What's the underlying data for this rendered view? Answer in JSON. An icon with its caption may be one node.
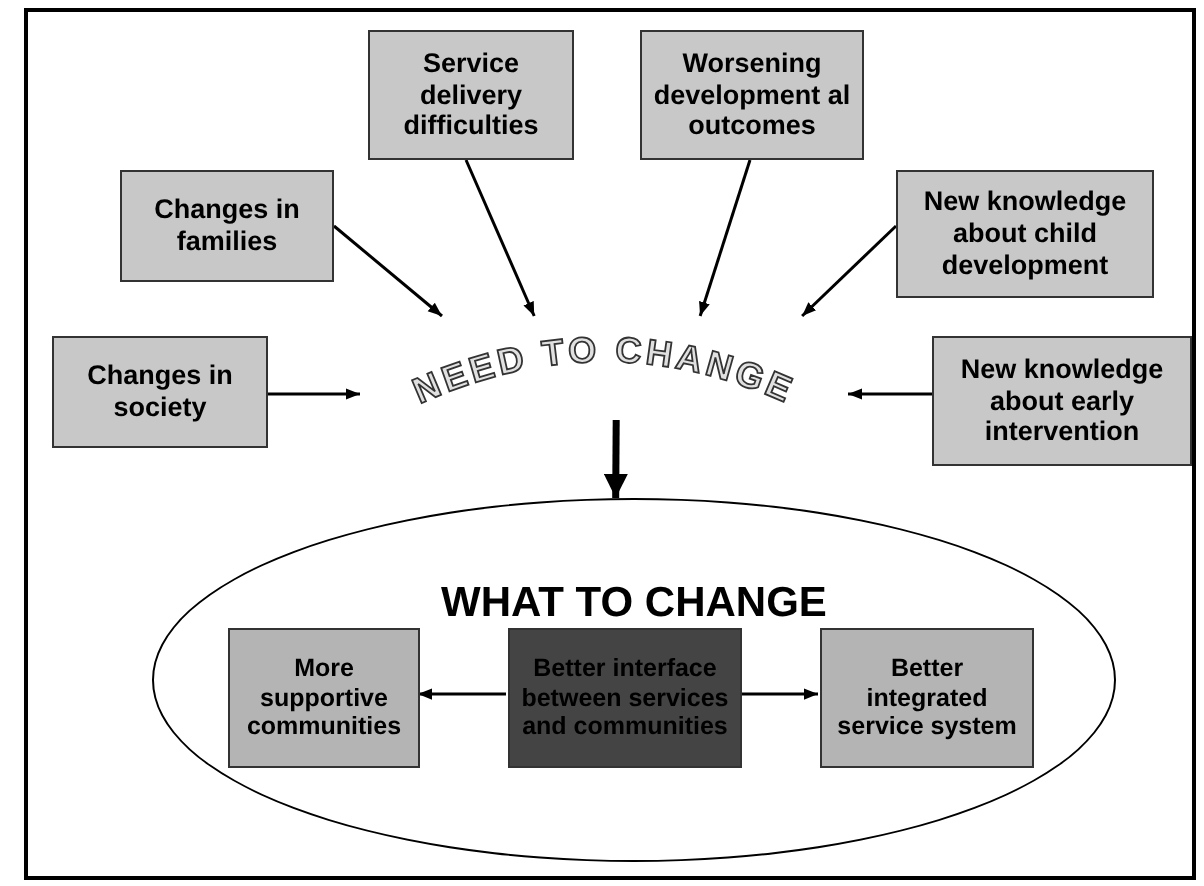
{
  "diagram": {
    "nodes": [
      {
        "text": [
          "Service delivery difficulties"
        ]
      },
      {
        "text": [
          "Worsening development al outcomes"
        ]
      },
      {
        "text": [
          "Changes in families"
        ]
      },
      {
        "text": [
          "New knowledge about child development"
        ]
      },
      {
        "text": [
          "Changes in society"
        ]
      },
      {
        "text": [
          "NEED TO CHANGE"
        ]
      },
      {
        "text": [
          "New knowledge about early intervention"
        ]
      },
      {
        "text": [
          "WHAT TO CHANGE"
        ]
      },
      {
        "text": [
          "More supportive communities"
        ],
        "in": 7
      },
      {
        "text": [
          "Better interface between services and communities"
        ],
        "in": 7
      },
      {
        "text": [
          "Better integrated service system"
        ],
        "in": 7
      }
    ],
    "edges": [
      {
        "from": 0,
        "to": 5,
        "arrow": "to"
      },
      {
        "from": 1,
        "to": 5,
        "arrow": "to"
      },
      {
        "from": 2,
        "to": 5,
        "arrow": "to"
      },
      {
        "from": 3,
        "to": 5,
        "arrow": "to"
      },
      {
        "from": 4,
        "to": 5,
        "arrow": "to"
      },
      {
        "from": 6,
        "to": 5,
        "arrow": "to"
      },
      {
        "from": 5,
        "to": 7,
        "arrow": "to",
        "style": "thick"
      },
      {
        "from": 9,
        "to": 8,
        "arrow": "to"
      },
      {
        "from": 9,
        "to": 10,
        "arrow": "to"
      }
    ]
  }
}
